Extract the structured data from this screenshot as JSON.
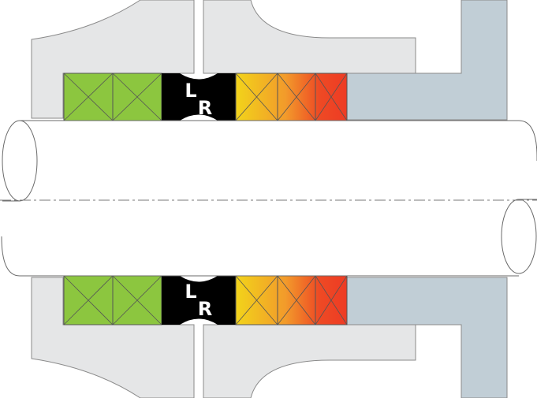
{
  "labels": {
    "top_left": "L",
    "top_right": "R",
    "bottom_left": "L",
    "bottom_right": "R"
  },
  "colors": {
    "housing": "#e5e6e7",
    "gland": "#c1ced6",
    "packing_green": "#8cc63f",
    "lantern_ring": "#000000",
    "gradient_yellow": "#f2d41a",
    "gradient_orange": "#f29a2b",
    "gradient_red": "#ee3b24",
    "outline": "#7a7a7a"
  }
}
